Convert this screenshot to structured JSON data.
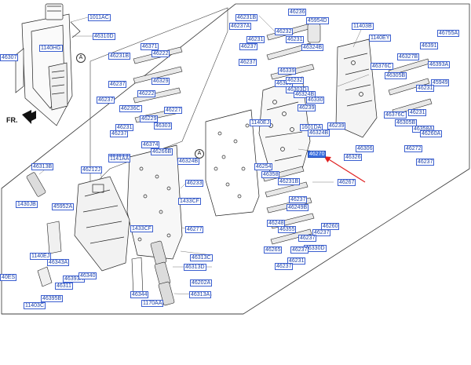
{
  "colors": {
    "label_text": "#1a3fa8",
    "label_border": "#3b5fd0",
    "highlight": "#3a6fe0",
    "arrow": "#e02020",
    "line": "#333333"
  },
  "labels": [
    {
      "text": "1011AC"
    },
    {
      "text": "46310D"
    },
    {
      "text": "1140HG"
    },
    {
      "text": "46307"
    },
    {
      "text": "46231B"
    },
    {
      "text": "46237A"
    },
    {
      "text": "46231"
    },
    {
      "text": "46237"
    },
    {
      "text": "46236"
    },
    {
      "text": "46232"
    },
    {
      "text": "46231"
    },
    {
      "text": "46324B"
    },
    {
      "text": "45954D"
    },
    {
      "text": "1140EY"
    },
    {
      "text": "11403B"
    },
    {
      "text": "46755A"
    },
    {
      "text": "46391"
    },
    {
      "text": "46327B"
    },
    {
      "text": "46393A"
    },
    {
      "text": "46237"
    },
    {
      "text": "46339"
    },
    {
      "text": "46330"
    },
    {
      "text": "46232"
    },
    {
      "text": "46303D"
    },
    {
      "text": "46324B"
    },
    {
      "text": "46376C"
    },
    {
      "text": "46305B"
    },
    {
      "text": "45949"
    },
    {
      "text": "46371"
    },
    {
      "text": "46231B"
    },
    {
      "text": "46222"
    },
    {
      "text": "46237"
    },
    {
      "text": "46329"
    },
    {
      "text": "46237"
    },
    {
      "text": "46222"
    },
    {
      "text": "46236C"
    },
    {
      "text": "46227"
    },
    {
      "text": "46229"
    },
    {
      "text": "46303"
    },
    {
      "text": "46231"
    },
    {
      "text": "46237"
    },
    {
      "text": "46374"
    },
    {
      "text": "46266B"
    },
    {
      "text": "1141AA"
    },
    {
      "text": "46330"
    },
    {
      "text": "46239"
    },
    {
      "text": "1140EJ"
    },
    {
      "text": "1601DA"
    },
    {
      "text": "46324B"
    },
    {
      "text": "46239"
    },
    {
      "text": "46231"
    },
    {
      "text": "46376C"
    },
    {
      "text": "46305B"
    },
    {
      "text": "46358A"
    },
    {
      "text": "46260A"
    },
    {
      "text": "46231"
    },
    {
      "text": "46272"
    },
    {
      "text": "46306"
    },
    {
      "text": "46326"
    },
    {
      "text": "46237"
    },
    {
      "text": "46270"
    },
    {
      "text": "46313B"
    },
    {
      "text": "46212J"
    },
    {
      "text": "1141AA"
    },
    {
      "text": "46324B"
    },
    {
      "text": "46233"
    },
    {
      "text": "1433CF"
    },
    {
      "text": "46254"
    },
    {
      "text": "46358"
    },
    {
      "text": "46231B"
    },
    {
      "text": "46267"
    },
    {
      "text": "46237"
    },
    {
      "text": "46249B"
    },
    {
      "text": "1430JB"
    },
    {
      "text": "45952A"
    },
    {
      "text": "1433CF"
    },
    {
      "text": "46277"
    },
    {
      "text": "46248"
    },
    {
      "text": "46355"
    },
    {
      "text": "46260"
    },
    {
      "text": "46237"
    },
    {
      "text": "46237"
    },
    {
      "text": "46330D"
    },
    {
      "text": "46265"
    },
    {
      "text": "1140EJ"
    },
    {
      "text": "46343A"
    },
    {
      "text": "46313C"
    },
    {
      "text": "46313D"
    },
    {
      "text": "46231"
    },
    {
      "text": "46237"
    },
    {
      "text": "46393A"
    },
    {
      "text": "46340"
    },
    {
      "text": "46311"
    },
    {
      "text": "46202A"
    },
    {
      "text": "46313A"
    },
    {
      "text": "46395B"
    },
    {
      "text": "46344"
    },
    {
      "text": "1170AA"
    },
    {
      "text": "11403C"
    },
    {
      "text": "40ES"
    },
    {
      "text": "46237"
    }
  ],
  "callouts": [
    {
      "text": "A"
    },
    {
      "text": "A"
    }
  ],
  "direction_label": "FR."
}
